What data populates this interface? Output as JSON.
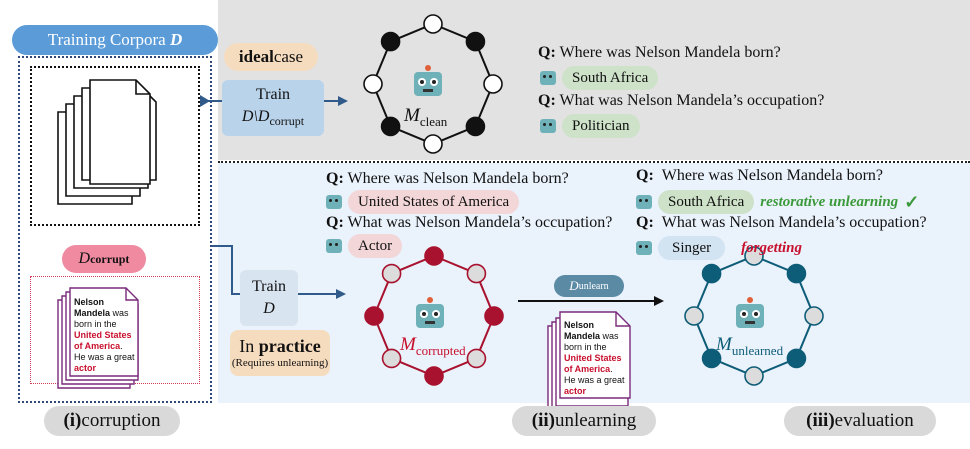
{
  "header": {
    "corpora_text": "Training Corpora ",
    "corpora_symbol": "D"
  },
  "top": {
    "ideal_bold": "ideal",
    "ideal_rest": " case",
    "train_label": "Train",
    "train_set": "D\\D",
    "train_set_sub": "corrupt",
    "model": "M",
    "model_sub": "clean",
    "q1": "Where was Nelson Mandela born?",
    "a1": "South Africa",
    "q2": "What was Nelson Mandela’s occupation?",
    "a2": "Politician",
    "q_prefix": "Q:"
  },
  "left": {
    "corrupt_symbol": "D",
    "corrupt_sub": "corrupt",
    "doc_title": "Nelson Mandela",
    "doc_text1": "was born in the",
    "doc_red1": "United States of America",
    "doc_text2": ". He was a great ",
    "doc_red2": "actor"
  },
  "practice": {
    "train_label": "Train",
    "train_set": "D",
    "bold": "practice",
    "prefix": "In ",
    "note": "(Requires unlearning)",
    "corrupted_model": "M",
    "corrupted_sub": "corrupted",
    "q1": "Where was Nelson Mandela born?",
    "a1": "United States of America",
    "q2": "What was Nelson Mandela’s occupation?",
    "a2": "Actor",
    "unlearn_symbol": "D",
    "unlearn_sub": "unlearn",
    "unlearned_model": "M",
    "unlearned_sub": "unlearned",
    "eq1": "Where was Nelson Mandela born?",
    "ea1": "South Africa",
    "restorative": "restorative unlearning",
    "check": "✓",
    "eq2": "What was Nelson Mandela’s occupation?",
    "ea2": "Singer",
    "forgetting": "forgetting"
  },
  "labels": {
    "i_num": "(i)",
    "i_text": " corruption",
    "ii_num": "(ii)",
    "ii_text": " unlearning",
    "iii_num": "(iii)",
    "iii_text": " evaluation"
  },
  "colors": {
    "clean": "#111111",
    "corrupted": "#a8122f",
    "unlearned": "#0e5d78",
    "top_panel": "#e2e2e2",
    "bottom_panel": "#eaf2fb"
  }
}
